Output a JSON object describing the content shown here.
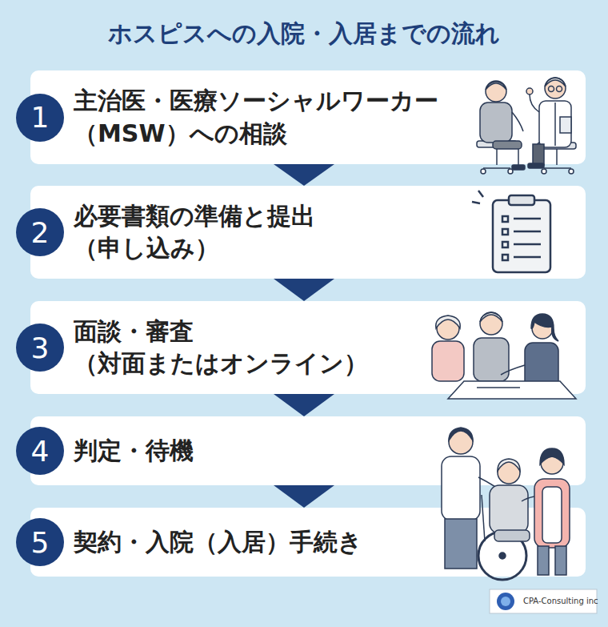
{
  "diagram": {
    "title": "ホスピスへの入院・入居までの流れ",
    "nodes": [
      {
        "text": [
          "主治医・医療ソーシャルワーカー （MSW）への相談"
        ]
      },
      {
        "text": [
          "1"
        ],
        "in": 0
      },
      {
        "text": [
          "必要書類の準備と提出 （申し込み）"
        ]
      },
      {
        "text": [
          "2"
        ],
        "in": 2
      },
      {
        "text": [
          "面談・審査 （対面またはオンライン）"
        ]
      },
      {
        "text": [
          "3"
        ],
        "in": 4
      },
      {
        "text": [
          "判定・待機"
        ]
      },
      {
        "text": [
          "4"
        ],
        "in": 6
      },
      {
        "text": [
          "契約・入院（入居）手続き"
        ]
      },
      {
        "text": [
          "5"
        ],
        "in": 8
      }
    ],
    "edges": [
      {
        "from": 0,
        "to": 2,
        "arrow": "to"
      },
      {
        "from": 2,
        "to": 4,
        "arrow": "to"
      },
      {
        "from": 4,
        "to": 6,
        "arrow": "to"
      },
      {
        "from": 6,
        "to": 8,
        "arrow": "to"
      }
    ],
    "labels": [
      "CPA-Consulting inc"
    ]
  }
}
